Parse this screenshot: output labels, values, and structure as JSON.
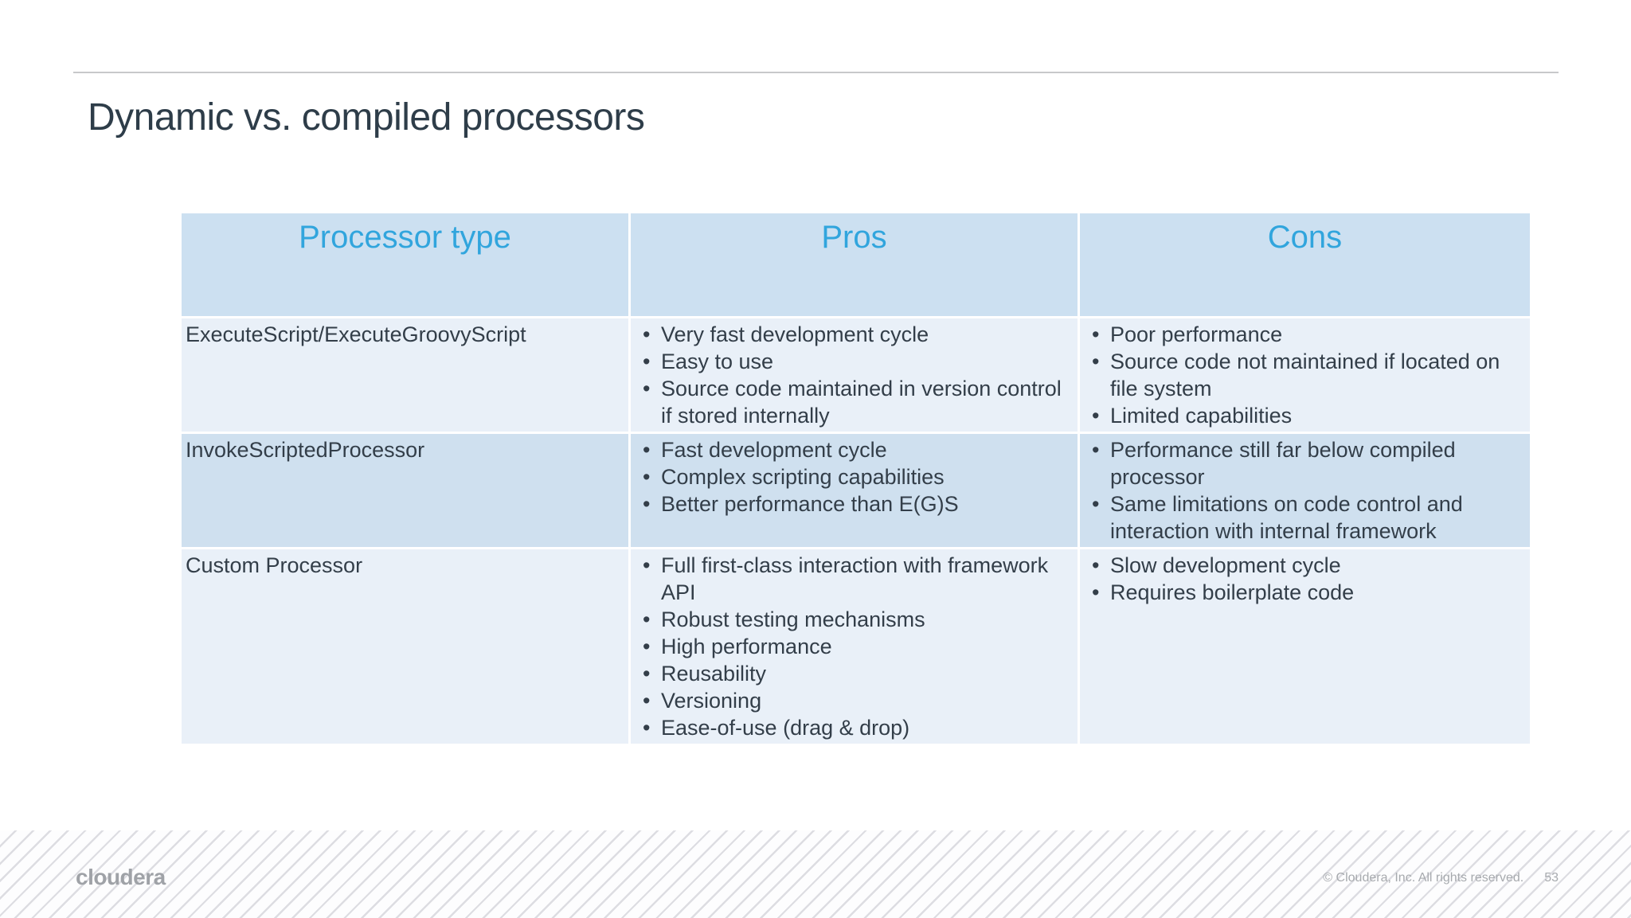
{
  "slide": {
    "title": "Dynamic vs. compiled processors",
    "table": {
      "headers": [
        "Processor type",
        "Pros",
        "Cons"
      ],
      "rows": [
        {
          "type": "ExecuteScript/ExecuteGroovyScript",
          "pros": [
            "Very fast development cycle",
            "Easy to use",
            "Source code maintained in version control if stored internally"
          ],
          "cons": [
            "Poor performance",
            "Source code not maintained if located on file system",
            "Limited capabilities"
          ]
        },
        {
          "type": "InvokeScriptedProcessor",
          "pros": [
            "Fast development cycle",
            "Complex scripting capabilities",
            "Better performance than E(G)S"
          ],
          "cons": [
            "Performance still far below compiled processor",
            "Same limitations on code control and interaction with internal framework"
          ]
        },
        {
          "type": "Custom Processor",
          "pros": [
            "Full first-class interaction with framework API",
            "Robust testing mechanisms",
            "High performance",
            "Reusability",
            "Versioning",
            "Ease-of-use (drag & drop)"
          ],
          "cons": [
            "Slow development cycle",
            "Requires boilerplate code"
          ]
        }
      ]
    },
    "footer": {
      "logo": "cloudera",
      "copyright": "© Cloudera, Inc. All rights reserved.",
      "page_number": "53"
    },
    "colors": {
      "header_bg": "#cce0f1",
      "row_light_bg": "#e9f0f8",
      "row_dark_bg": "#cfe0ef",
      "header_text": "#31a5dd",
      "body_text": "#333e49",
      "title_text": "#2e3d49",
      "footer_text": "#a7aaae"
    }
  }
}
